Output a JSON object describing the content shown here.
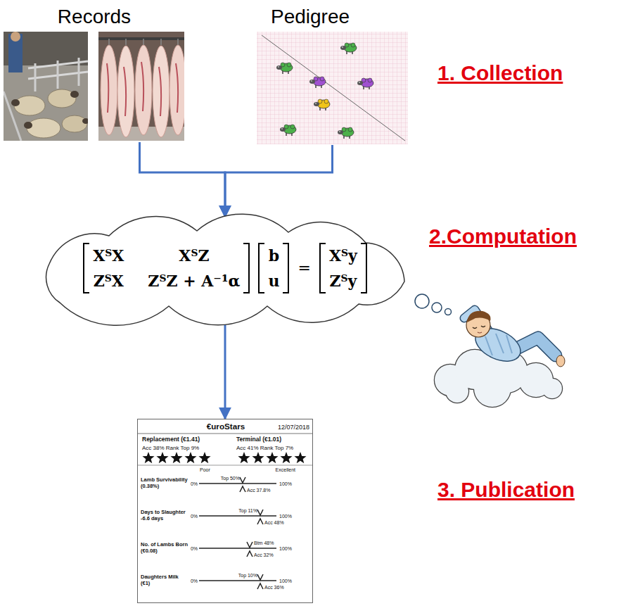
{
  "diagram": {
    "nodes": [
      {
        "text": [
          "Records"
        ]
      },
      {
        "text": [
          "Pedigree"
        ]
      },
      {
        "text": [
          "XᵀX",
          "XᵀZ",
          "ZᵀX",
          "ZᵀZ + A⁻¹α",
          "b",
          "u",
          "=",
          "Xᵀy",
          "Zᵀy"
        ]
      },
      {
        "text": [
          "€uroStars",
          "12/07/2018",
          "Replacement (€1.41)",
          "Terminal (€1.01)",
          "Acc 38% Rank Top 9%",
          "Acc 41% Rank Top 7%",
          "Poor",
          "Excellent",
          "Lamb Survivability (0.38%)",
          "0%",
          "Top 50%",
          "100%",
          "Acc 37.8%",
          "Days to Slaughter -6.6 days",
          "0%",
          "Top 11%",
          "100%",
          "Acc 48%",
          "No. of Lambs Born (€0.08)",
          "0%",
          "Btm 48%",
          "100%",
          "Acc 32%",
          "Daughters Milk (€1)",
          "0%",
          "Top 10%",
          "100%",
          "Acc 36%"
        ]
      }
    ],
    "edges": [
      {
        "from": 0,
        "to": 2,
        "arrow": "to"
      },
      {
        "from": 1,
        "to": 2,
        "arrow": "to"
      },
      {
        "from": 2,
        "to": 3,
        "arrow": "to"
      }
    ],
    "labels": [
      "1. Collection",
      "2.Computation",
      "3. Publication"
    ]
  }
}
